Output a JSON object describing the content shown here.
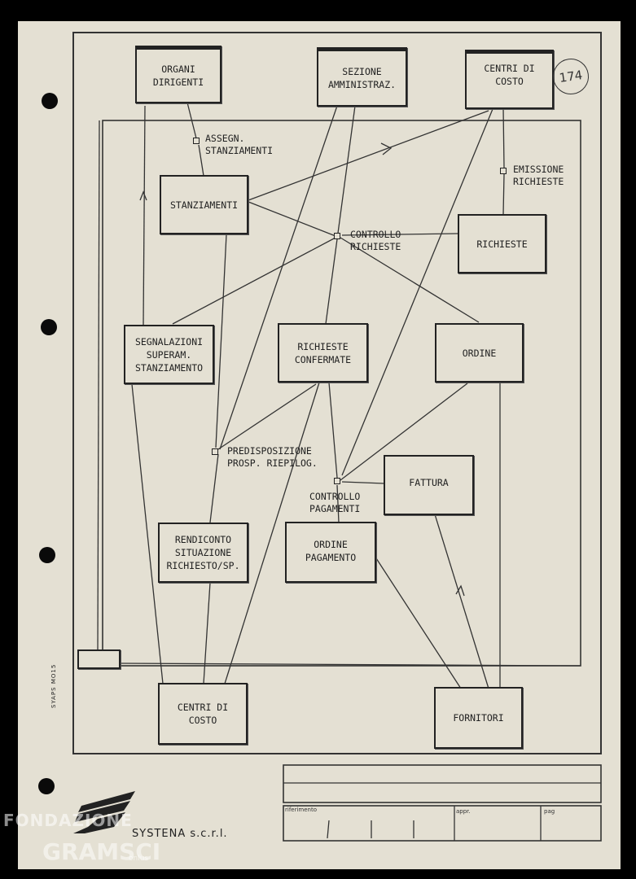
{
  "diagram": {
    "boxes": [
      {
        "id": "organi-dirigenti",
        "label": "ORGANI\nDIRIGENTI"
      },
      {
        "id": "sezione-amministraz",
        "label": "SEZIONE\nAMMINISTRAZ."
      },
      {
        "id": "centri-di-costo-top",
        "label": "CENTRI DI\nCOSTO"
      },
      {
        "id": "stanziamenti",
        "label": "STANZIAMENTI"
      },
      {
        "id": "richieste",
        "label": "RICHIESTE"
      },
      {
        "id": "segnalazioni",
        "label": "SEGNALAZIONI\nSUPERAM.\nSTANZIAMENTO"
      },
      {
        "id": "richieste-confermate",
        "label": "RICHIESTE\nCONFERMATE"
      },
      {
        "id": "ordine",
        "label": "ORDINE"
      },
      {
        "id": "fattura",
        "label": "FATTURA"
      },
      {
        "id": "rendiconto",
        "label": "RENDICONTO\nSITUAZIONE\nRICHIESTO/SP."
      },
      {
        "id": "ordine-pagamento",
        "label": "ORDINE\nPAGAMENTO"
      },
      {
        "id": "centri-di-costo-bottom",
        "label": "CENTRI DI\nCOSTO"
      },
      {
        "id": "fornitori",
        "label": "FORNITORI"
      }
    ],
    "processes": [
      {
        "id": "assegn-stanziamenti",
        "label": "ASSEGN.\nSTANZIAMENTI"
      },
      {
        "id": "emissione-richieste",
        "label": "EMISSIONE\nRICHIESTE"
      },
      {
        "id": "controllo-richieste",
        "label": "CONTROLLO\nRICHIESTE"
      },
      {
        "id": "predisposizione",
        "label": "PREDISPOSIZIONE\nPROSP. RIEPILOG."
      },
      {
        "id": "controllo-pagamenti",
        "label": "CONTROLLO\nPAGAMENTI"
      }
    ]
  },
  "stamp": "174",
  "side_code": "SYAPS MO15",
  "company": "SYSTENA s.c.r.l.",
  "title_block": {
    "riferimento": "riferimento",
    "appr": "appr.",
    "pag": "pag"
  },
  "watermark": {
    "line1": "FONDAZIONE",
    "line2": "GRAMSCI",
    "line3": "onlus"
  }
}
